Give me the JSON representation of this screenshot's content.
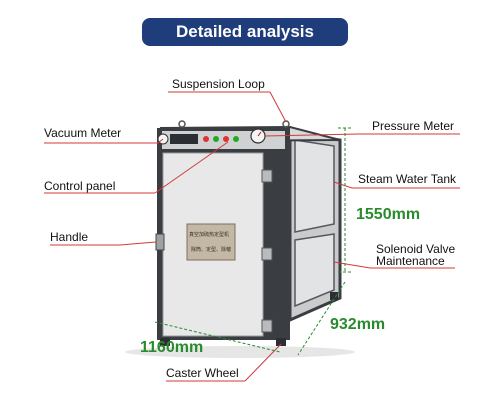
{
  "banner": {
    "title": "Detailed analysis"
  },
  "labels": {
    "suspension_loop": "Suspension Loop",
    "vacuum_meter": "Vacuum Meter",
    "pressure_meter": "Pressure Meter",
    "control_panel": "Control panel",
    "steam_water_tank": "Steam Water Tank",
    "handle": "Handle",
    "solenoid_line1": "Solenoid Valve",
    "solenoid_line2": "Maintenance",
    "caster_wheel": "Caster Wheel"
  },
  "dimensions": {
    "height": "1550mm",
    "depth": "932mm",
    "width": "1160mm"
  },
  "door_plate": {
    "title": "真空加硫热定型机",
    "line1": "除筒、定型、除皱"
  },
  "colors": {
    "banner_bg": "#1e3d7a",
    "dimension_green": "#2a8a2e",
    "leader_red": "#d23a3a",
    "machine_frame": "#3a3d42",
    "door_panel": "#e8e8e8"
  }
}
